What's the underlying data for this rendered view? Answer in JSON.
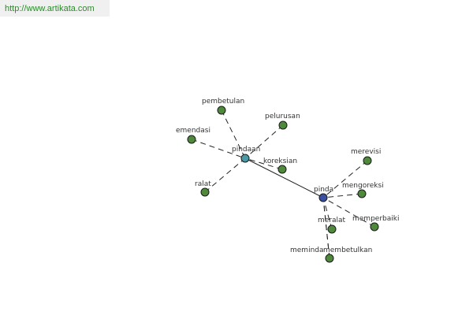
{
  "watermark": {
    "url": "http://www.artikata.com"
  },
  "colors": {
    "leaf": "#4f8a3c",
    "pindaan": "#4a9aa6",
    "pinda": "#3a4fa0",
    "url_text": "#2a8a2a"
  },
  "graph": {
    "hubs": [
      {
        "id": "pindaan",
        "label": "pindaan",
        "color_key": "pindaan"
      },
      {
        "id": "pinda",
        "label": "pinda",
        "color_key": "pinda"
      }
    ],
    "leaves": [
      {
        "id": "pembetulan",
        "label": "pembetulan",
        "hub": "pindaan"
      },
      {
        "id": "pelurusan",
        "label": "pelurusan",
        "hub": "pindaan"
      },
      {
        "id": "emendasi",
        "label": "emendasi",
        "hub": "pindaan"
      },
      {
        "id": "koreksian",
        "label": "koreksian",
        "hub": "pindaan"
      },
      {
        "id": "ralat",
        "label": "ralat",
        "hub": "pindaan"
      },
      {
        "id": "merevisi",
        "label": "merevisi",
        "hub": "pinda"
      },
      {
        "id": "mengoreksi",
        "label": "mengoreksi",
        "hub": "pinda"
      },
      {
        "id": "memperbaiki",
        "label": "memperbaiki",
        "hub": "pinda"
      },
      {
        "id": "meralat",
        "label": "meralat",
        "hub": "pinda"
      },
      {
        "id": "membetulkan",
        "label": "membetulkan",
        "hub": "pinda"
      },
      {
        "id": "meminda",
        "label": "meminda",
        "hub": "pinda"
      }
    ],
    "hub_link": [
      "pindaan",
      "pinda"
    ]
  }
}
